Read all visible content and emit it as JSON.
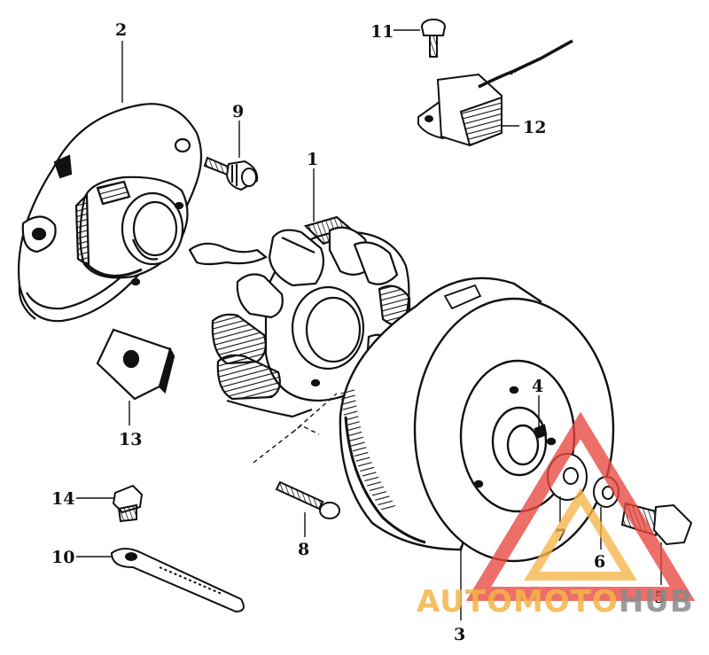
{
  "diagram": {
    "parts": [
      {
        "id": "1",
        "label": "1",
        "name": "stator"
      },
      {
        "id": "2",
        "label": "2",
        "name": "stator-cover-base"
      },
      {
        "id": "3",
        "label": "3",
        "name": "rotor-flywheel"
      },
      {
        "id": "4",
        "label": "4",
        "name": "woodruff-key"
      },
      {
        "id": "5",
        "label": "5",
        "name": "rotor-bolt"
      },
      {
        "id": "6",
        "label": "6",
        "name": "lock-washer"
      },
      {
        "id": "7",
        "label": "7",
        "name": "plain-washer"
      },
      {
        "id": "8",
        "label": "8",
        "name": "stator-screw"
      },
      {
        "id": "9",
        "label": "9",
        "name": "base-bolt"
      },
      {
        "id": "10",
        "label": "10",
        "name": "wire-clamp"
      },
      {
        "id": "11",
        "label": "11",
        "name": "pickup-screw"
      },
      {
        "id": "12",
        "label": "12",
        "name": "pulse-generator"
      },
      {
        "id": "13",
        "label": "13",
        "name": "grommet"
      },
      {
        "id": "14",
        "label": "14",
        "name": "clamp-bolt"
      }
    ]
  },
  "watermark": {
    "part1": "AUTOMOTO",
    "part2": "HUB",
    "color_orange": "#f5b547",
    "color_red": "#e8473f",
    "color_gray": "#8a8a8a"
  }
}
